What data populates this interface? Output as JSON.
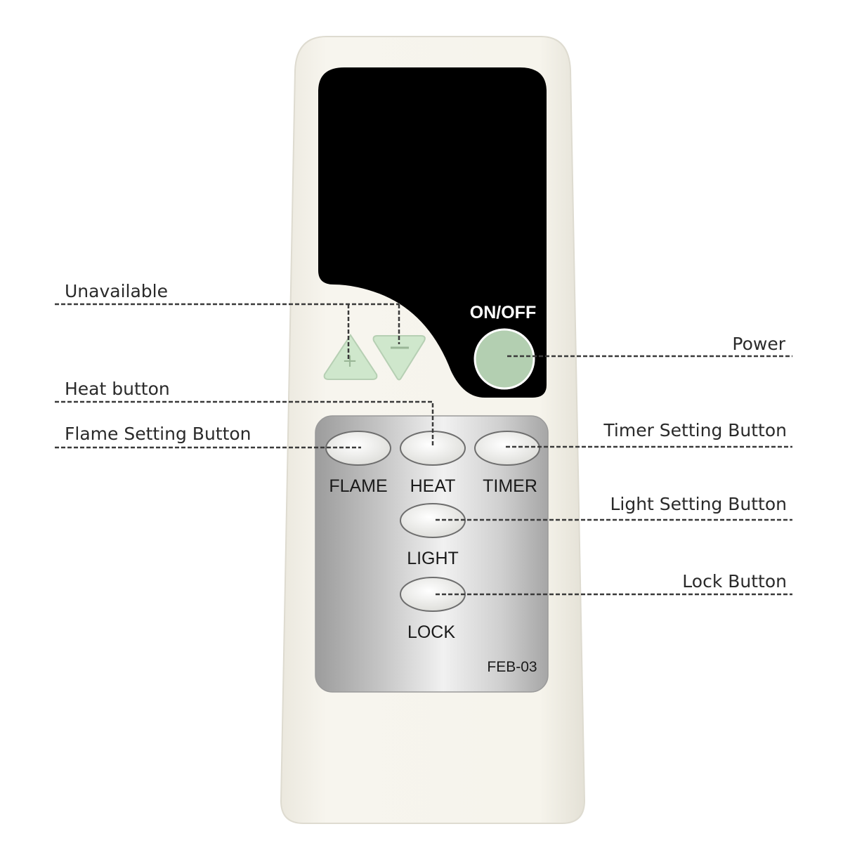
{
  "colors": {
    "body": "#f4f1e8",
    "display": "#000000",
    "panel": "#c4c4c4",
    "arrow_button": "#cfe7cc",
    "power_button": "#b3cfb1",
    "button_face": "#f3f3f1",
    "leader_line": "#3a3a3a"
  },
  "remote": {
    "power_label": "ON/OFF",
    "buttons": {
      "flame": "FLAME",
      "heat": "HEAT",
      "timer": "TIMER",
      "light": "LIGHT",
      "lock": "LOCK"
    },
    "model": "FEB-03"
  },
  "callouts": {
    "unavailable": "Unavailable",
    "heat": "Heat button",
    "flame": "Flame Setting Button",
    "power": "Power",
    "timer": "Timer Setting Button",
    "light": "Light Setting Button",
    "lock": "Lock Button"
  }
}
